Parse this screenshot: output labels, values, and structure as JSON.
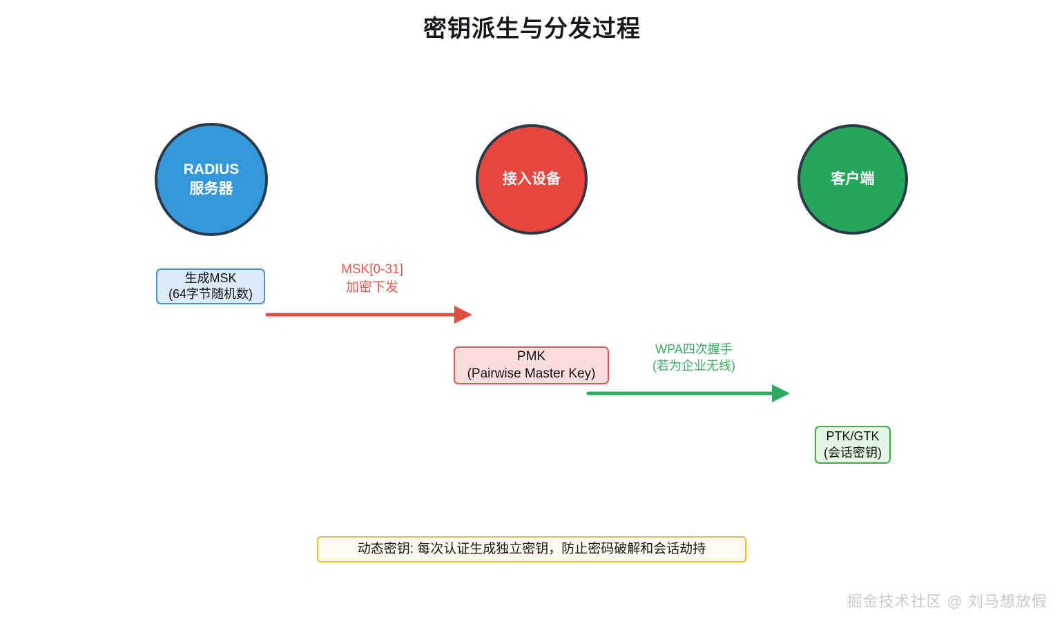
{
  "title": "密钥派生与分发过程",
  "colors": {
    "radius_fill": "#3498db",
    "ap_fill": "#e8453c",
    "client_fill": "#25a65b",
    "node_border": "#2b3a4a",
    "msk_arrow": "#e0574c",
    "wpa_arrow": "#2eaa5f",
    "msk_box_border": "#4a90d9",
    "msk_box_fill": "#dbeaf8",
    "pmk_box_border": "#dc5b52",
    "pmk_box_fill": "#fadcdc",
    "ptk_box_border": "#3eae45",
    "ptk_box_fill": "#e3f6e3",
    "note_border": "#efbe2b",
    "note_fill": "#fdfaf0",
    "watermark": "#c9cacc"
  },
  "actors": {
    "radius": {
      "line1": "RADIUS",
      "line2": "服务器"
    },
    "access_device": {
      "line1": "接入设备",
      "line2": ""
    },
    "client": {
      "line1": "客户端",
      "line2": ""
    }
  },
  "boxes": {
    "msk": {
      "line1": "生成MSK",
      "line2": "(64字节随机数)"
    },
    "pmk": {
      "line1": "PMK",
      "line2": "(Pairwise Master Key)"
    },
    "ptk": {
      "line1": "PTK/GTK",
      "line2": "(会话密钥)"
    }
  },
  "arrows": {
    "msk_transfer": {
      "line1": "MSK[0-31]",
      "line2": "加密下发",
      "from": "radius",
      "to": "access_device"
    },
    "wpa_handshake": {
      "line1": "WPA四次握手",
      "line2": "(若为企业无线)",
      "from": "access_device",
      "to": "client"
    }
  },
  "note": {
    "text": "动态密钥: 每次认证生成独立密钥，防止密码破解和会话劫持"
  },
  "watermark": {
    "text": "掘金技术社区 @ 刘马想放假"
  }
}
